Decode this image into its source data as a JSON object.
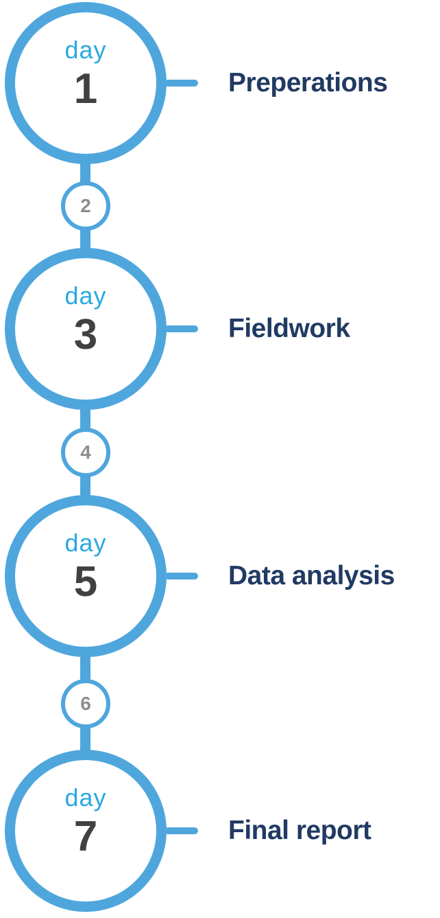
{
  "colors": {
    "accent_blue": "#4FA6DD",
    "day_blue": "#2AA9E0",
    "number_dark": "#414042",
    "interval_gray": "#8D8D8F",
    "label_navy": "#213A63",
    "bg_white": "#FFFFFF"
  },
  "timeline": {
    "items": [
      {
        "day_label": "day",
        "day_number": "1",
        "title": "Preperations"
      },
      {
        "day_label": "day",
        "day_number": "3",
        "title": "Fieldwork"
      },
      {
        "day_label": "day",
        "day_number": "5",
        "title": "Data analysis"
      },
      {
        "day_label": "day",
        "day_number": "7",
        "title": "Final report"
      }
    ],
    "connectors": [
      {
        "number": "2"
      },
      {
        "number": "4"
      },
      {
        "number": "6"
      }
    ]
  }
}
